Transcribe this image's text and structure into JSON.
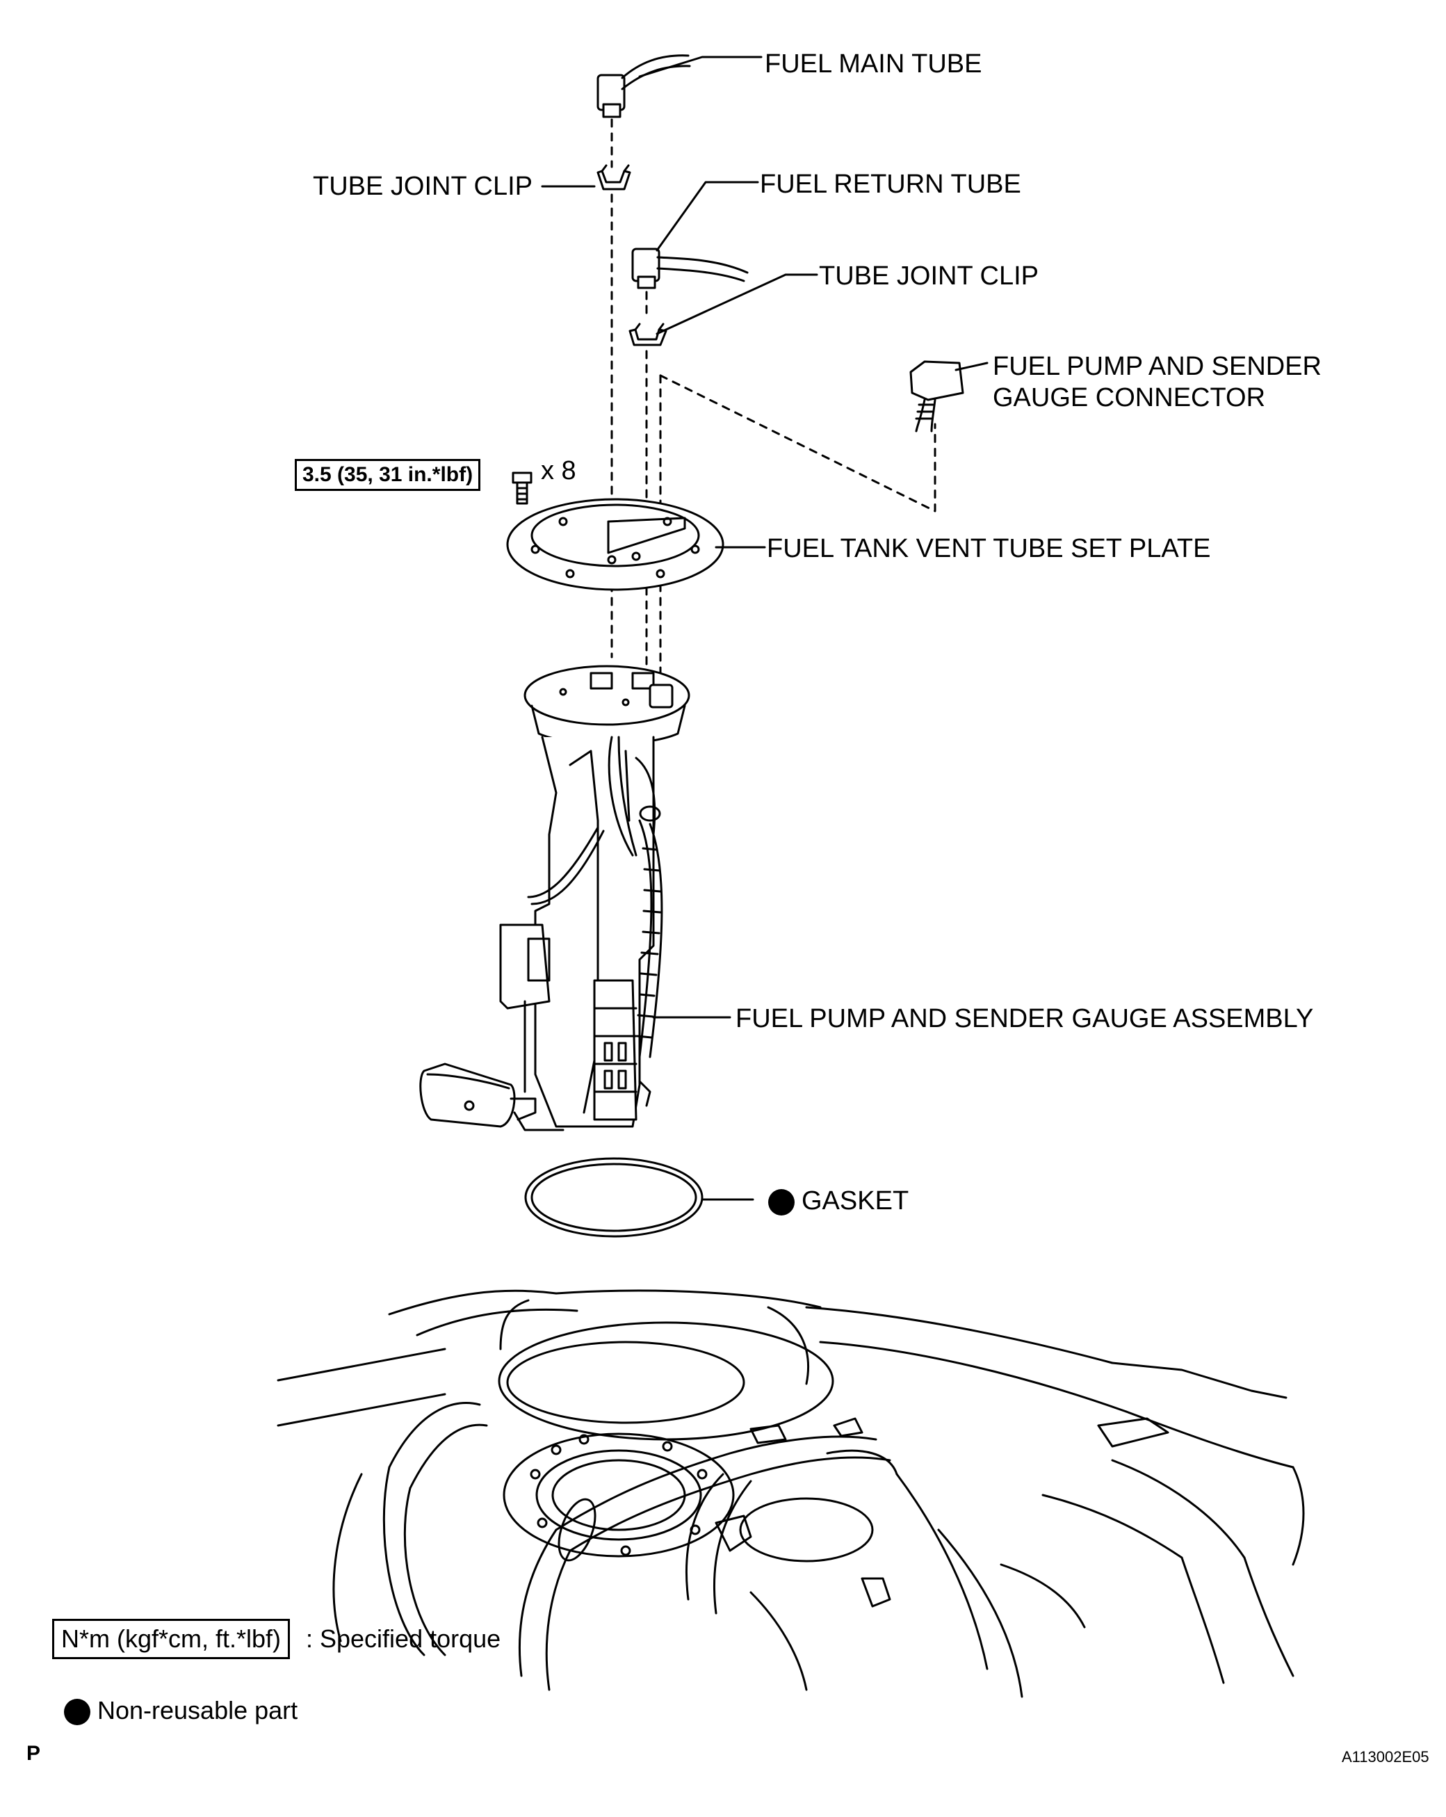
{
  "labels": {
    "fuel_main_tube": "FUEL MAIN TUBE",
    "tube_joint_clip_1": "TUBE JOINT CLIP",
    "fuel_return_tube": "FUEL RETURN TUBE",
    "tube_joint_clip_2": "TUBE JOINT CLIP",
    "connector_line1": "FUEL PUMP AND SENDER",
    "connector_line2": "GAUGE CONNECTOR",
    "vent_plate": "FUEL TANK VENT TUBE SET PLATE",
    "pump_assembly": "FUEL PUMP AND SENDER GAUGE ASSEMBLY",
    "gasket": "GASKET"
  },
  "torque": {
    "value": "3.5 (35, 31 in.*lbf)",
    "quantity": "x 8"
  },
  "legend": {
    "torque_box": "N*m (kgf*cm, ft.*lbf)",
    "torque_text": ": Specified torque",
    "nonreusable_text": "Non-reusable part"
  },
  "footer": {
    "left_mark": "P",
    "figure_id": "A113002E05"
  }
}
